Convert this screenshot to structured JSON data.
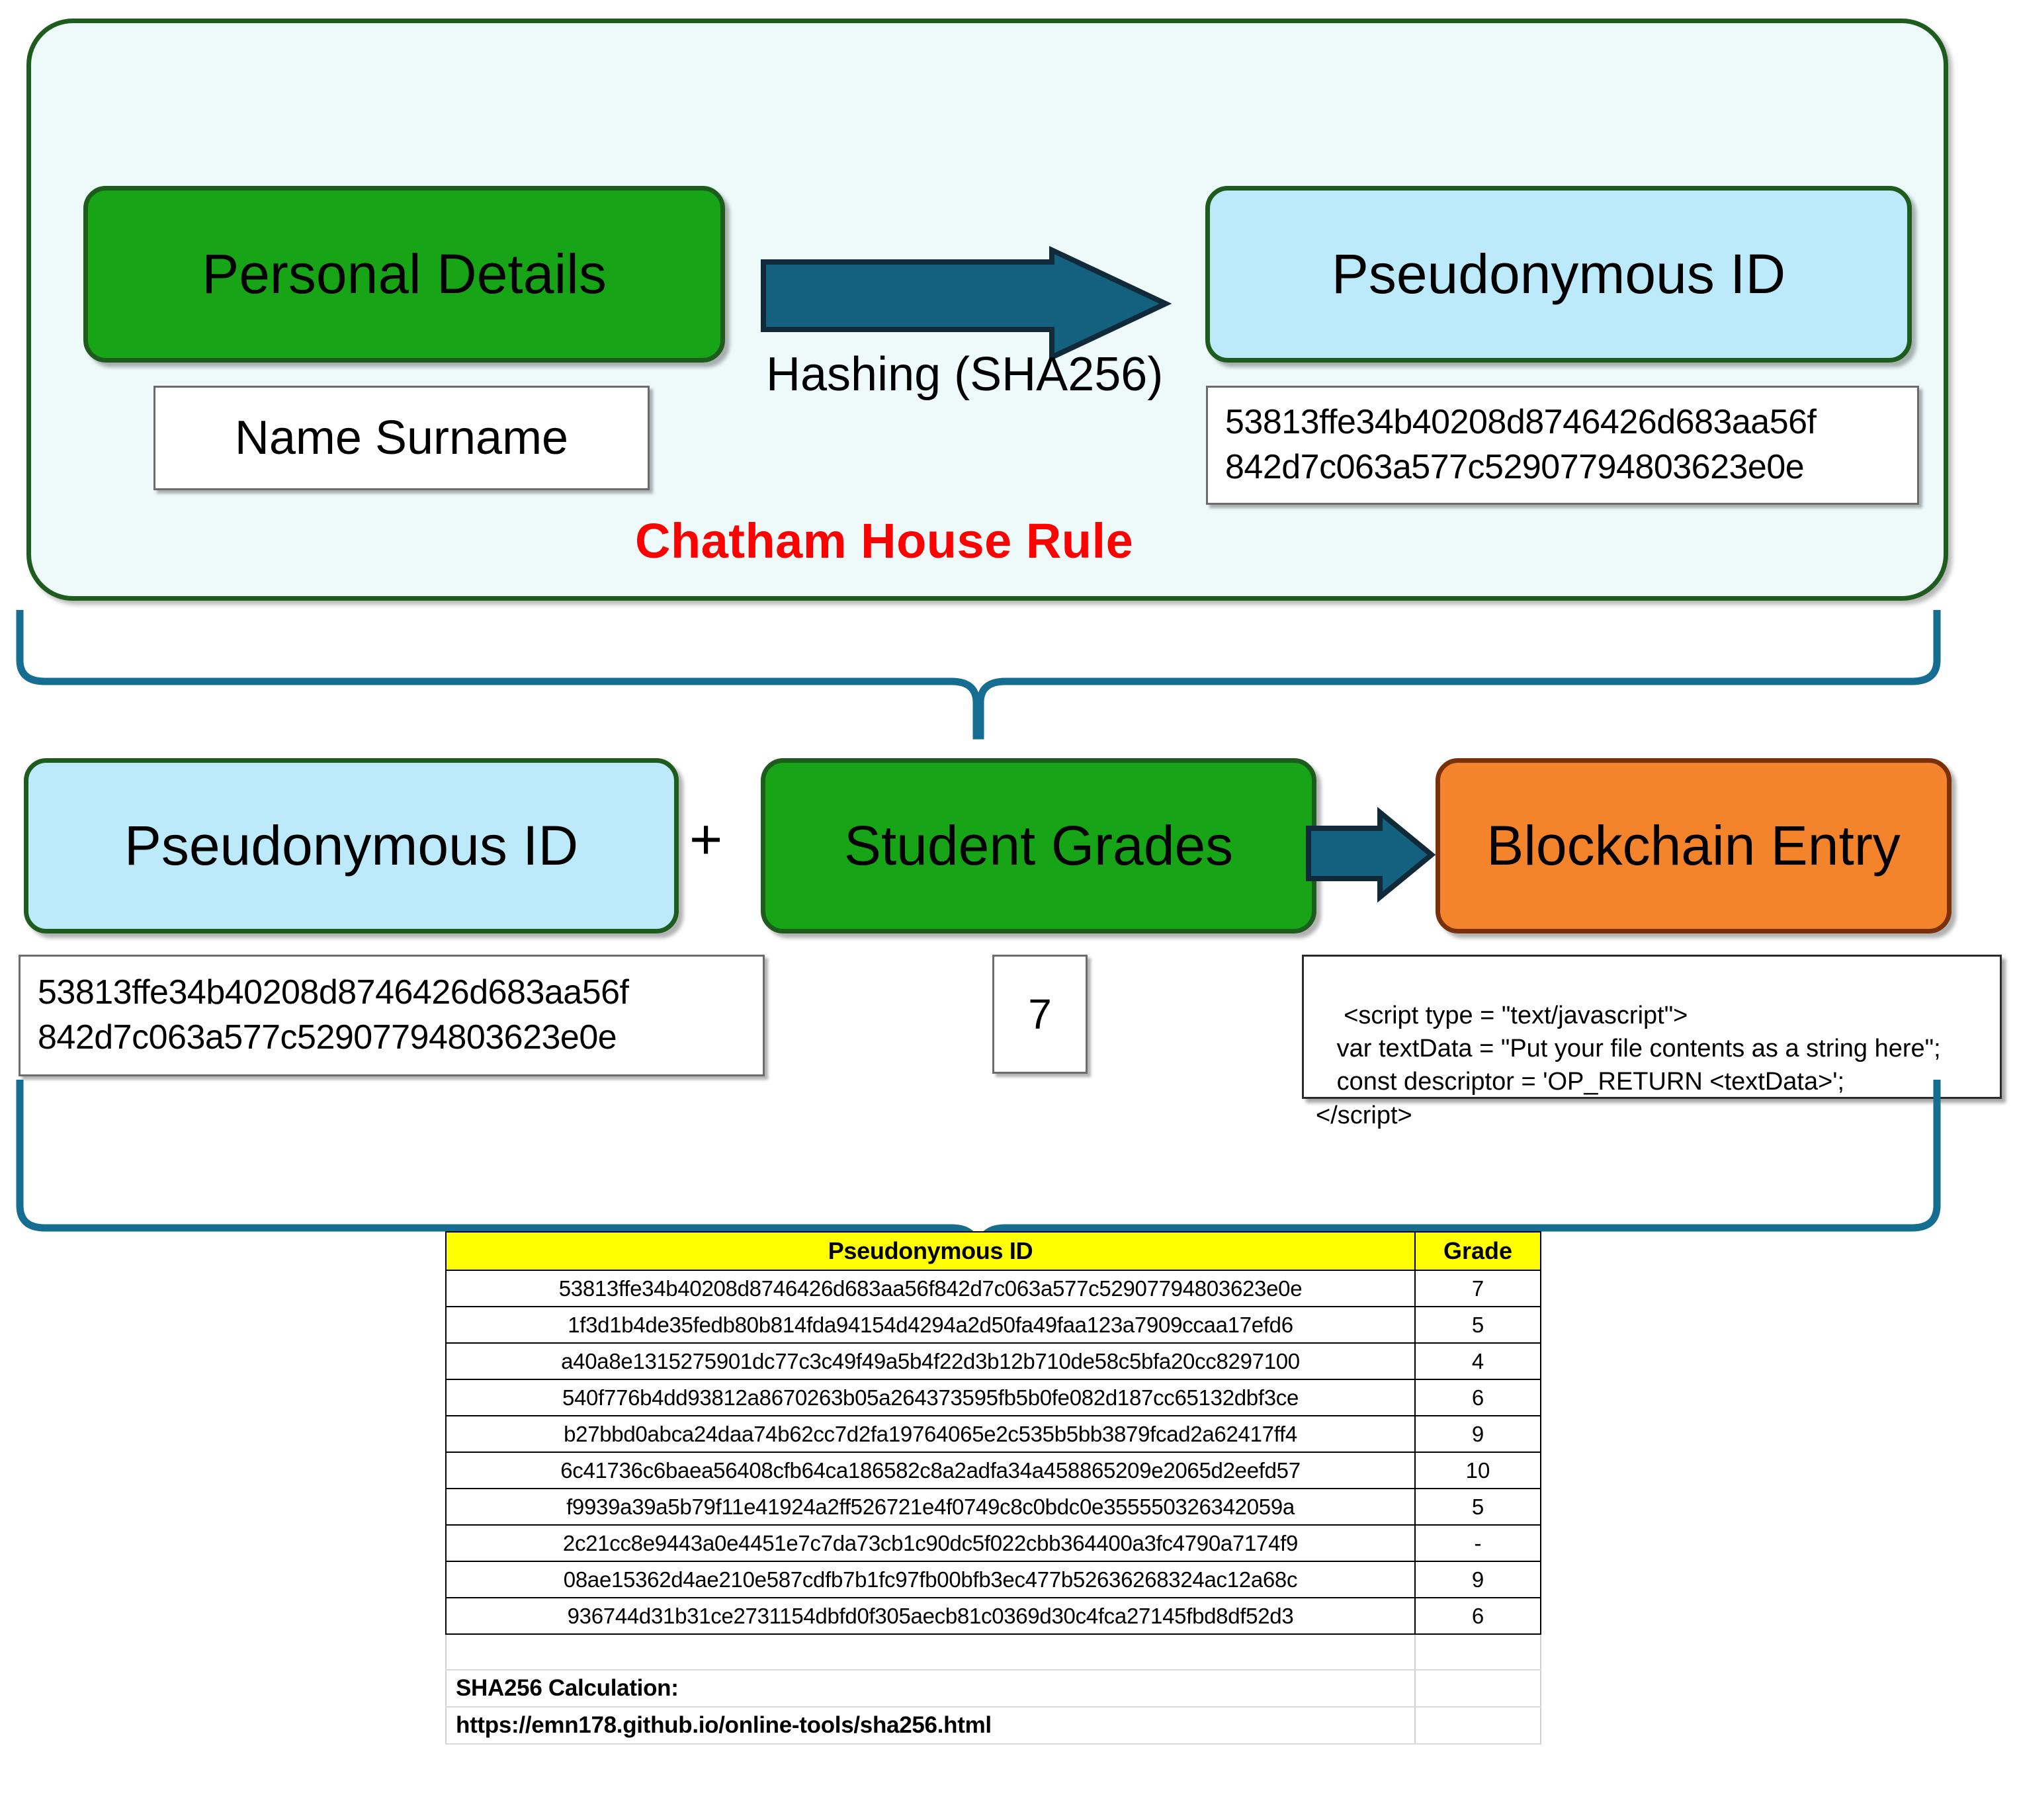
{
  "diagram": {
    "title": "Pseudonymisation and blockchain entry workflow",
    "colors": {
      "green_box": "#17a417",
      "blue_box": "#bdeafb",
      "orange_box": "#f4842c",
      "container_fill": "#eefafa",
      "container_border": "#1d5c1d",
      "arrow": "#14607f",
      "brace": "#156d91",
      "table_header": "#ffff00",
      "chatham_text": "#ff0000"
    }
  },
  "section1": {
    "container_name": "Chatham House Rule container",
    "personal_details_label": "Personal Details",
    "name_surname_value": "Name Surname",
    "arrow_label": "Hashing (SHA256)",
    "pseudonymous_id_label": "Pseudonymous ID",
    "hash_line1": "53813ffe34b40208d8746426d683aa56f",
    "hash_line2": "842d7c063a577c52907794803623e0e",
    "chatham_house_rule": "Chatham House Rule"
  },
  "section2": {
    "pseudonymous_id_label": "Pseudonymous ID",
    "hash_line1": "53813ffe34b40208d8746426d683aa56f",
    "hash_line2": "842d7c063a577c52907794803623e0e",
    "plus_sign": "+",
    "student_grades_label": "Student Grades",
    "grade_value": "7",
    "blockchain_entry_label": "Blockchain Entry",
    "script_code": "<script type = \"text/javascript\">\n   var textData = \"Put your file contents as a string here\";\n   const descriptor = 'OP_RETURN <textData>';\n</script>"
  },
  "table": {
    "headers": [
      "Pseudonymous ID",
      "Grade"
    ],
    "rows": [
      {
        "id": "53813ffe34b40208d8746426d683aa56f842d7c063a577c52907794803623e0e",
        "grade": "7"
      },
      {
        "id": "1f3d1b4de35fedb80b814fda94154d4294a2d50fa49faa123a7909ccaa17efd6",
        "grade": "5"
      },
      {
        "id": "a40a8e1315275901dc77c3c49f49a5b4f22d3b12b710de58c5bfa20cc8297100",
        "grade": "4"
      },
      {
        "id": "540f776b4dd93812a8670263b05a264373595fb5b0fe082d187cc65132dbf3ce",
        "grade": "6"
      },
      {
        "id": "b27bbd0abca24daa74b62cc7d2fa19764065e2c535b5bb3879fcad2a62417ff4",
        "grade": "9"
      },
      {
        "id": "6c41736c6baea56408cfb64ca186582c8a2adfa34a458865209e2065d2eefd57",
        "grade": "10"
      },
      {
        "id": "f9939a39a5b79f11e41924a2ff526721e4f0749c8c0bdc0e355550326342059a",
        "grade": "5"
      },
      {
        "id": "2c21cc8e9443a0e4451e7c7da73cb1c90dc5f022cbb364400a3fc4790a7174f9",
        "grade": "-"
      },
      {
        "id": "08ae15362d4ae210e587cdfb7b1fc97fb00bfb3ec477b52636268324ac12a68c",
        "grade": "9"
      },
      {
        "id": "936744d31b31ce2731154dbfd0f305aecb81c0369d30c4fca27145fbd8df52d3",
        "grade": "6"
      }
    ],
    "footer_label": "SHA256 Calculation:",
    "footer_url": "https://emn178.github.io/online-tools/sha256.html"
  }
}
